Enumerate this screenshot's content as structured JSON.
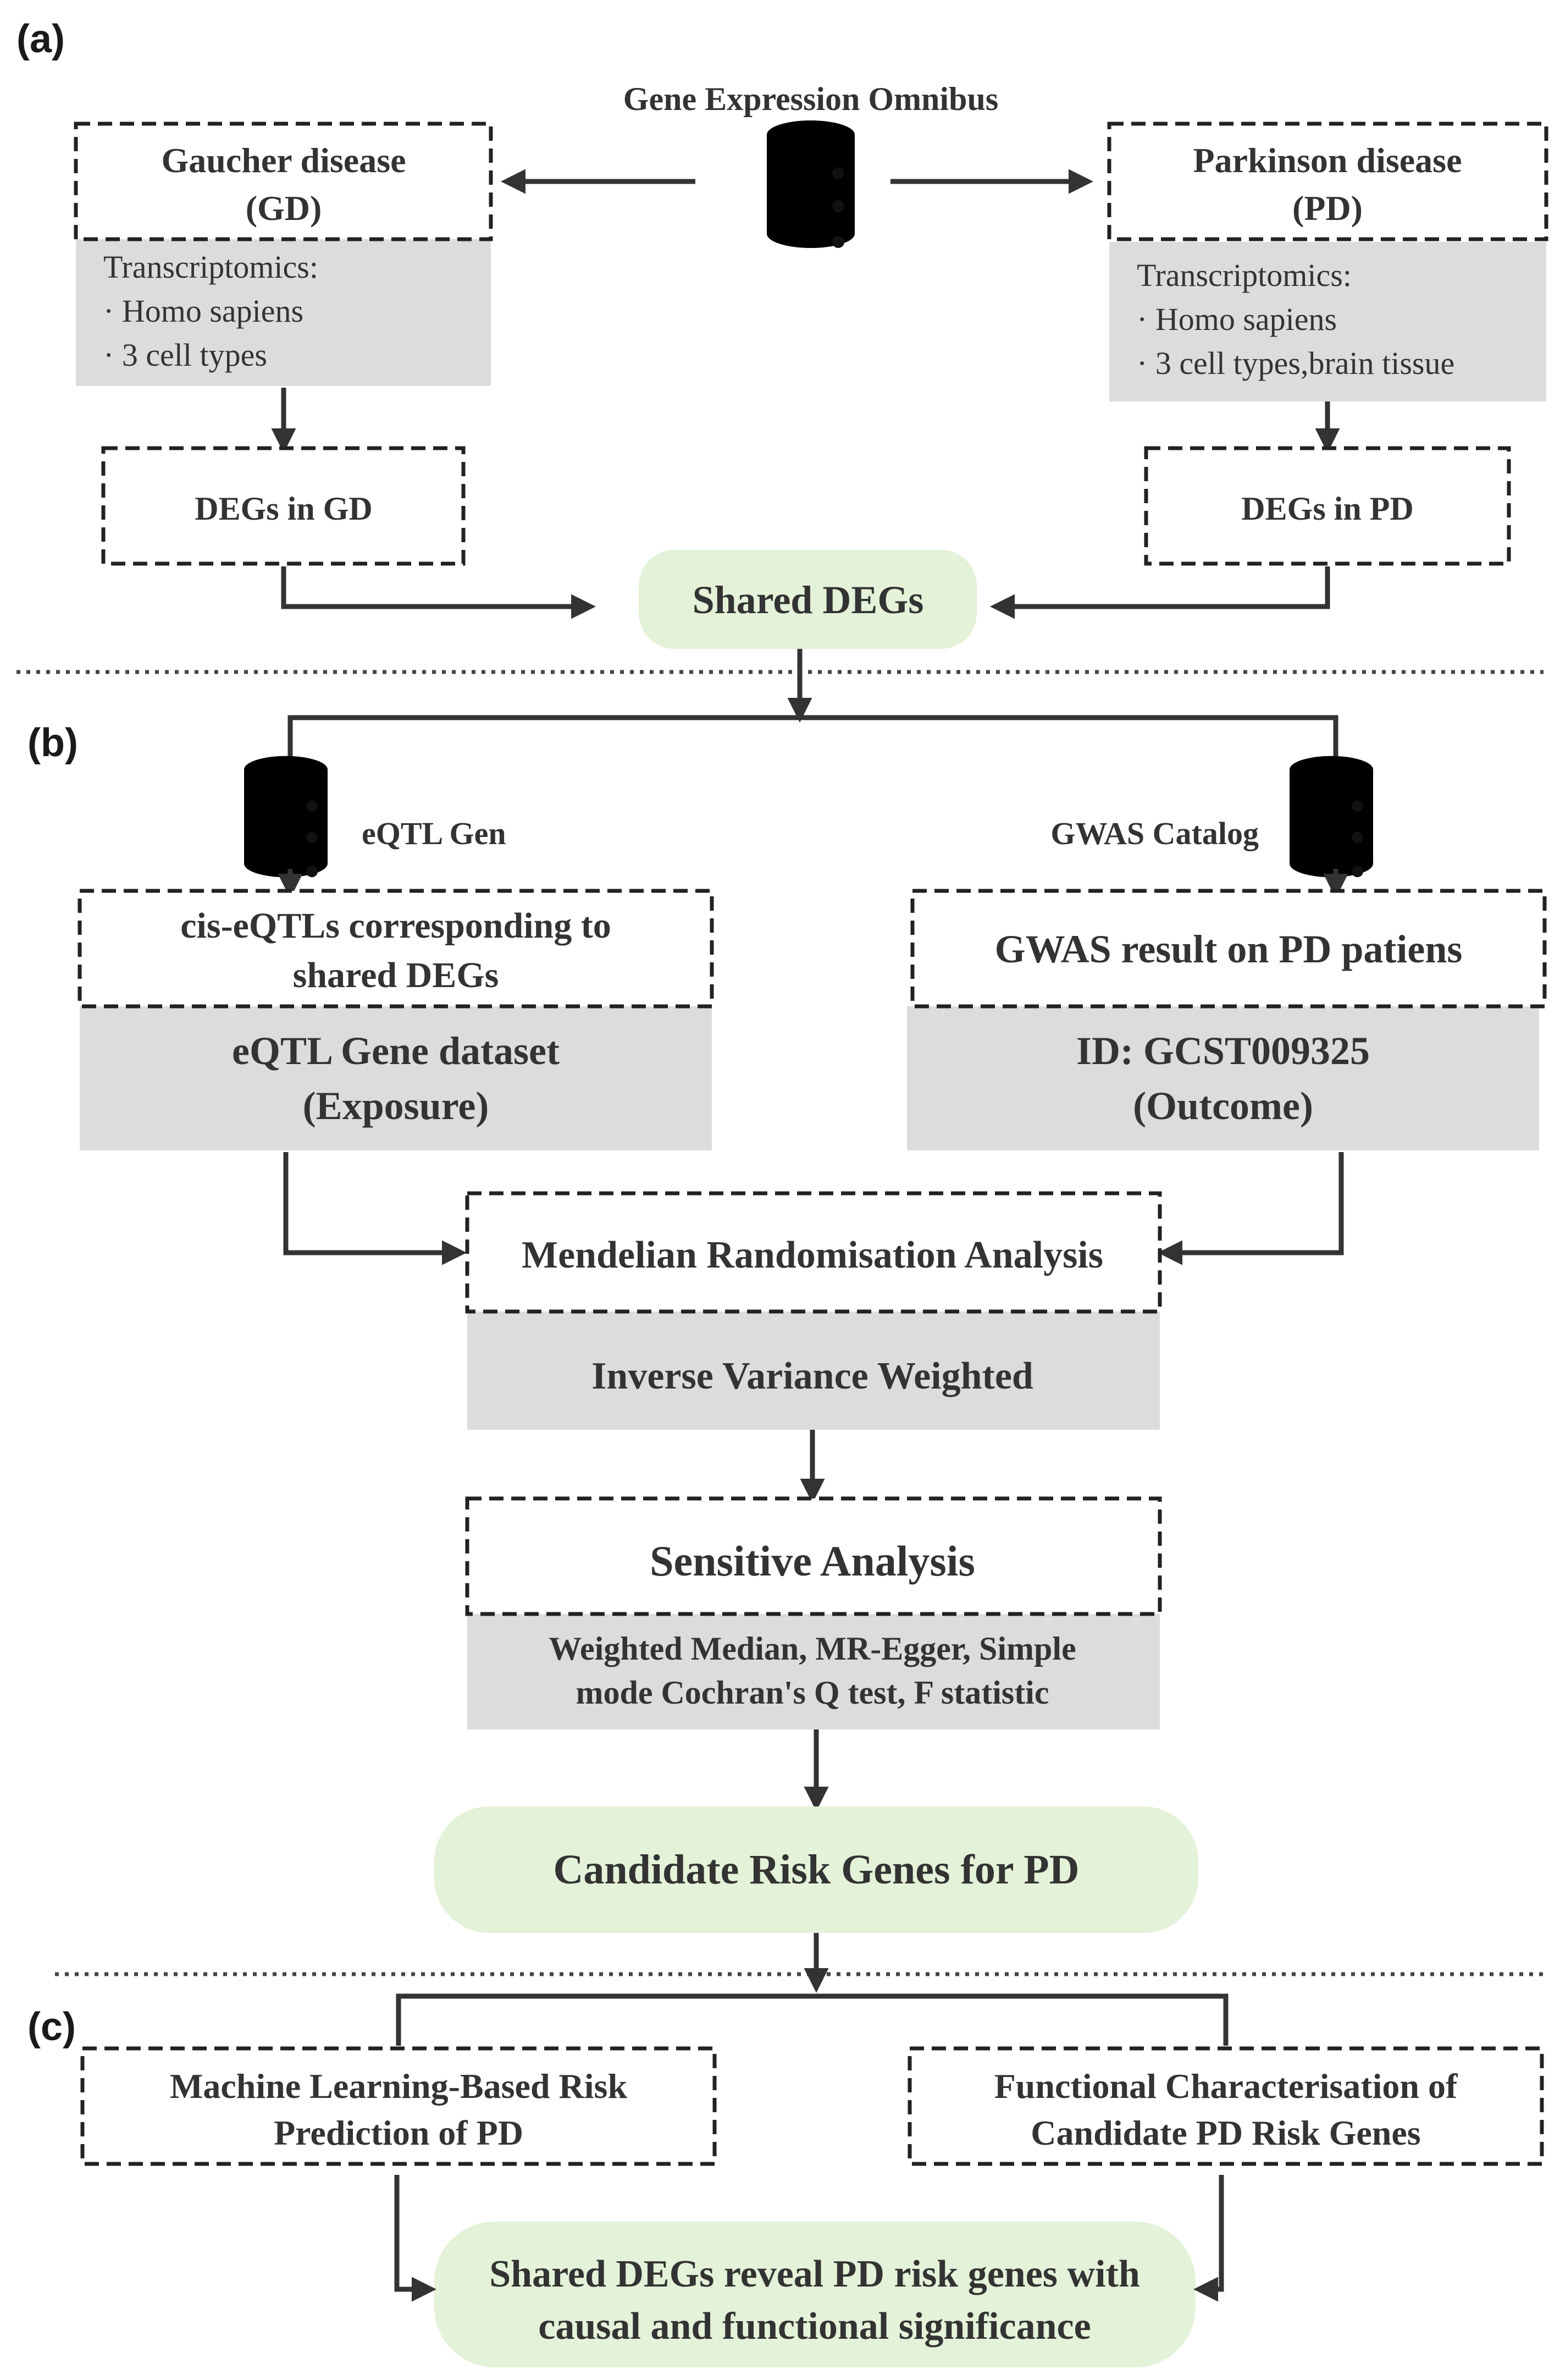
{
  "sections": {
    "a": "(a)",
    "b": "(b)",
    "c": "(c)"
  },
  "sources": {
    "geo": "Gene Expression Omnibus",
    "eqtl": "eQTL Gen",
    "gwas": "GWAS Catalog"
  },
  "gd": {
    "title_1": "Gaucher disease",
    "title_2": "(GD)",
    "details": [
      "Transcriptomics:",
      "· Homo sapiens",
      "· 3 cell types"
    ],
    "degs": "DEGs in GD"
  },
  "pd": {
    "title_1": "Parkinson disease",
    "title_2": "(PD)",
    "details": [
      "Transcriptomics:",
      "·  Homo sapiens",
      "· 3 cell types,brain tissue"
    ],
    "degs": "DEGs in PD"
  },
  "shared_degs": "Shared DEGs",
  "exposure": {
    "title_1": "cis-eQTLs corresponding to",
    "title_2": "shared DEGs",
    "detail_1": "eQTL Gene dataset",
    "detail_2": "(Exposure)"
  },
  "outcome": {
    "title": "GWAS result on PD patiens",
    "detail_1": "ID: GCST009325",
    "detail_2": "(Outcome)"
  },
  "mr": {
    "title": "Mendelian Randomisation Analysis",
    "method": "Inverse Variance Weighted"
  },
  "sensitive": {
    "title": "Sensitive Analysis",
    "methods_1": "Weighted Median, MR-Egger, Simple",
    "methods_2": "mode Cochran's Q test, F statistic"
  },
  "candidates": "Candidate Risk Genes for PD",
  "ml": {
    "line_1": "Machine Learning-Based Risk",
    "line_2": "Prediction of PD"
  },
  "functional": {
    "line_1": "Functional Characterisation of",
    "line_2": "Candidate PD Risk Genes"
  },
  "conclusion": {
    "line_1": "Shared DEGs reveal PD risk genes with",
    "line_2": "causal and functional significance"
  },
  "colors": {
    "highlight_fill": "#e3f2d8",
    "detail_fill": "#dcdcdc",
    "line": "#333333"
  },
  "icons": [
    "database-icon"
  ]
}
